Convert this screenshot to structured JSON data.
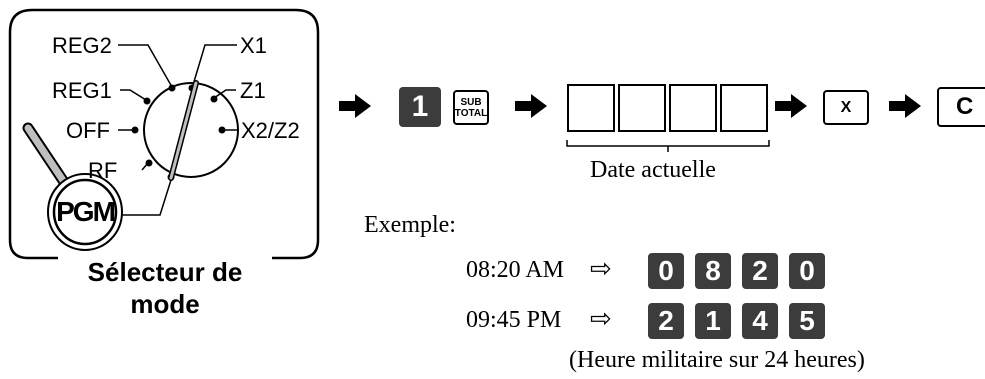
{
  "mode_selector": {
    "caption_line1": "Sélecteur de",
    "caption_line2": "mode",
    "positions_left": [
      "REG2",
      "REG1",
      "OFF",
      "RF"
    ],
    "positions_right": [
      "X1",
      "Z1",
      "X2/Z2"
    ],
    "key_label": "PGM"
  },
  "sequence": {
    "key_1": "1",
    "subtotal_line1": "SUB",
    "subtotal_line2": "TOTAL",
    "date_label": "Date actuelle",
    "key_x": "X",
    "key_c": "C"
  },
  "example": {
    "heading": "Exemple:",
    "rows": [
      {
        "time": "08:20 AM",
        "digits": [
          "0",
          "8",
          "2",
          "0"
        ]
      },
      {
        "time": "09:45 PM",
        "digits": [
          "2",
          "1",
          "4",
          "5"
        ]
      }
    ],
    "note": "(Heure militaire sur 24 heures)"
  },
  "colors": {
    "key_dark": "#3c3c3c",
    "line": "#000000",
    "key_shaft": "#bfbfbf"
  }
}
